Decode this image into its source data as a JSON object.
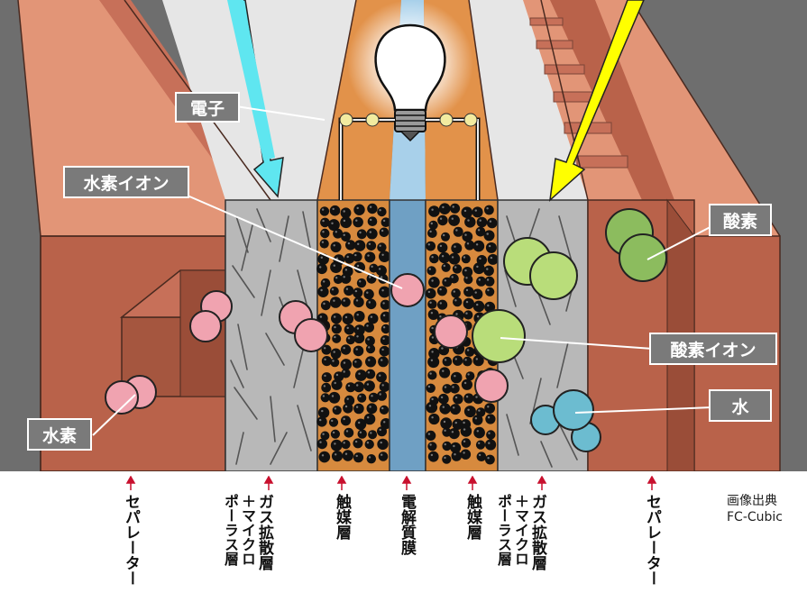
{
  "labels": {
    "electron": "電子",
    "hydrogen_ion": "水素イオン",
    "oxygen": "酸素",
    "oxygen_ion": "酸素イオン",
    "water": "水",
    "hydrogen": "水素"
  },
  "layers": {
    "separator_left": "セパレーター",
    "gdl_left_main": "ガス拡散層",
    "gdl_left_sub1": "＋マイクロ",
    "gdl_left_sub2": "ポーラス層",
    "catalyst_left": "触媒層",
    "membrane": "電解質膜",
    "catalyst_right": "触媒層",
    "gdl_right_main": "ガス拡散層",
    "gdl_right_sub1": "＋マイクロ",
    "gdl_right_sub2": "ポーラス層",
    "separator_right": "セパレーター"
  },
  "credit": {
    "line1": "画像出典",
    "line2": "FC-Cubic"
  },
  "colors": {
    "background": "#6e6e6e",
    "separator": "#e29577",
    "separator_dark": "#b9624a",
    "gdl": "#b8b8b8",
    "catalyst": "#d78a3e",
    "membrane": "#6fa0c4",
    "hydrogen_arrow": "#5fe6f0",
    "oxygen_arrow": "#ffff00",
    "hydrogen_ball": "#f0a3b0",
    "oxygen_ball": "#8cbc5e",
    "water_ball": "#6cbcd0",
    "marker": "#c8102e"
  }
}
